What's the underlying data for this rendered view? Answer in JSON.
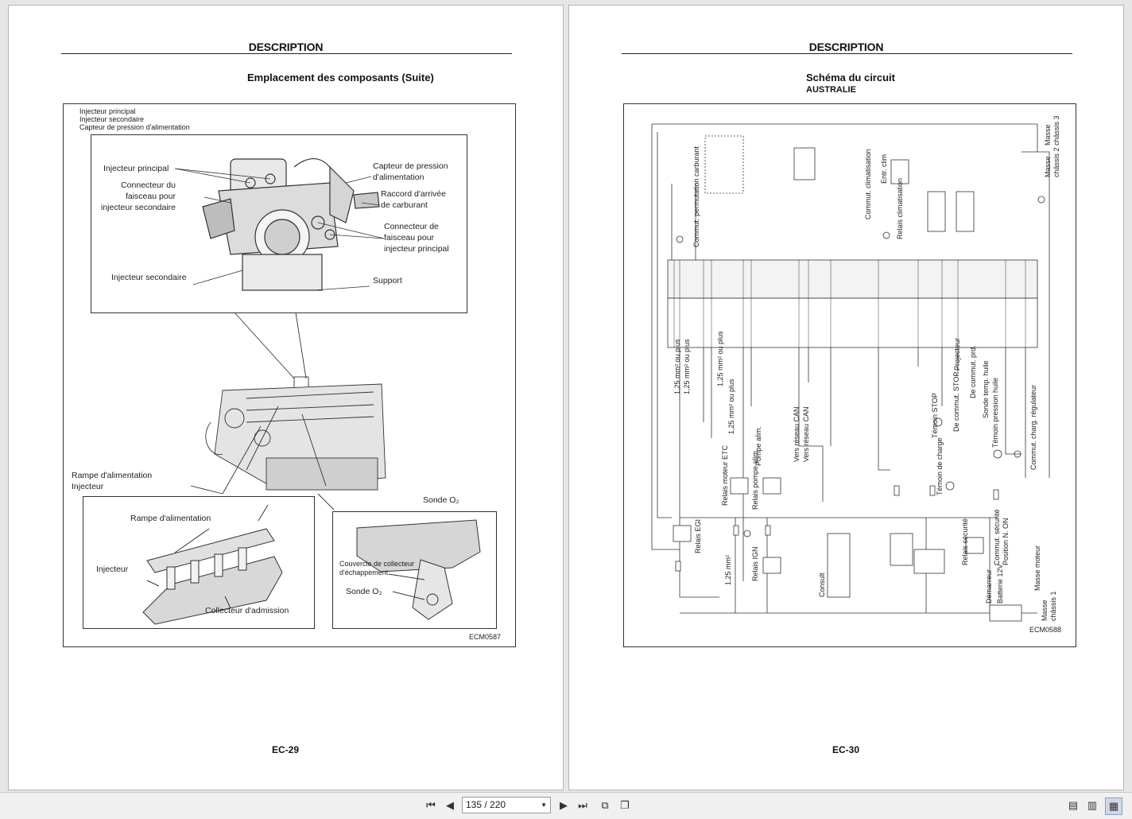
{
  "left_page": {
    "header": "DESCRIPTION",
    "subtitle": "Emplacement des composants (Suite)",
    "top_notes": [
      "Injecteur principal",
      "Injecteur secondaire",
      "Capteur de pression d'alimentation"
    ],
    "labels": {
      "injecteur_principal": "Injecteur principal",
      "connecteur_secondaire": "Connecteur du\nfaisceau pour\ninjecteur secondaire",
      "capteur_pression": "Capteur de pression\nd'alimentation",
      "raccord": "Raccord d'arrivée\nde carburant",
      "connecteur_principal": "Connecteur de\nfaisceau pour\ninjecteur principal",
      "injecteur_secondaire": "Injecteur secondaire",
      "support": "Support",
      "rampe_injecteur": "Rampe d'alimentation\nInjecteur",
      "sonde_o2_top": "Sonde O₂",
      "rampe": "Rampe d'alimentation",
      "injecteur": "Injecteur",
      "collecteur_admission": "Collecteur d'admission",
      "couvercle": "Couvercle de collecteur\nd'échappement",
      "sonde_o2": "Sonde O₂"
    },
    "fig_code": "ECM0587",
    "page_number": "EC-29"
  },
  "right_page": {
    "header": "DESCRIPTION",
    "subtitle": "Schéma du circuit",
    "region": "AUSTRALIE",
    "labels": {
      "masse_chassis3": "Masse\nchâssis 3",
      "masse_chassis2": "Masse\nchâssis 2",
      "commut_perm": "Commut. permutation carburant",
      "commut_clim": "Commut. climatisation",
      "entr_clim": "Entr. clim",
      "relais_clim": "Relais climatisation",
      "pompe_alim": "Pompe alim.",
      "vers_can_1": "Vers réseau CAN",
      "vers_can_2": "Vers réseau CAN",
      "temoin_stop": "Témoin STOP",
      "de_commut_stop": "De commut. STOP",
      "projecteur": "Projecteur",
      "de_commut_prd": "De commut. prd.",
      "sonde_temp": "Sonde temp. huile",
      "temoin_pression": "Témoin pression huile",
      "commut_charg": "Commut. charg. régulateur",
      "relais_moteur_etc": "Relais moteur ETC",
      "relais_pompe": "Relais pompe alim.",
      "temoin_charge": "Témoin de charge",
      "relais_egi": "Relais EGI",
      "relais_ign": "Relais IGN",
      "section": "1,25 mm²",
      "section_a": "1,25 mm² ou plus",
      "section_b": "1,25 mm² ou plus",
      "section_c": "1,25 mm² ou plus",
      "section_d": "1,25 mm² ou plus",
      "consult": "Consult",
      "relais_securite": "Relais sécurité",
      "commut_securite": "Commut. sécurité\nPosition N. ON",
      "demarreur": "Démarreur",
      "batterie": "Batterie 12V",
      "masse_moteur": "Masse moteur",
      "masse_chassis1": "Masse\nchâssis 1"
    },
    "fig_code": "ECM0588",
    "page_number": "EC-30"
  },
  "toolbar": {
    "page_indicator": "135 / 220"
  }
}
